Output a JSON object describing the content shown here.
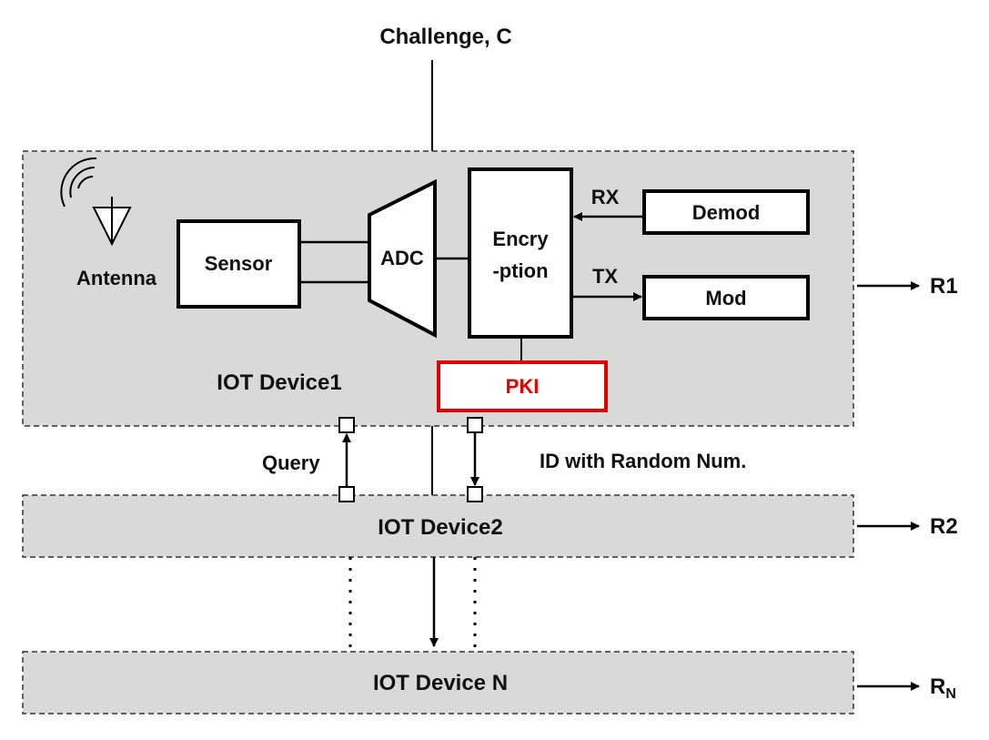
{
  "challenge_label": "Challenge, C",
  "device1": {
    "label": "IOT Device1",
    "antenna_label": "Antenna",
    "sensor_label": "Sensor",
    "adc_label": "ADC",
    "encryption_line1": "Encry",
    "encryption_line2": "-ption",
    "rx_label": "RX",
    "tx_label": "TX",
    "demod_label": "Demod",
    "mod_label": "Mod",
    "pki_label": "PKI",
    "output_label": "R1"
  },
  "links": {
    "query_label": "Query",
    "id_label": "ID with Random Num."
  },
  "device2": {
    "label": "IOT Device2",
    "output_label": "R2"
  },
  "deviceN": {
    "label": "IOT Device N",
    "output_main": "R",
    "output_sub": "N"
  },
  "colors": {
    "device_fill": "#d9d9d9",
    "pki": "#e00000"
  }
}
